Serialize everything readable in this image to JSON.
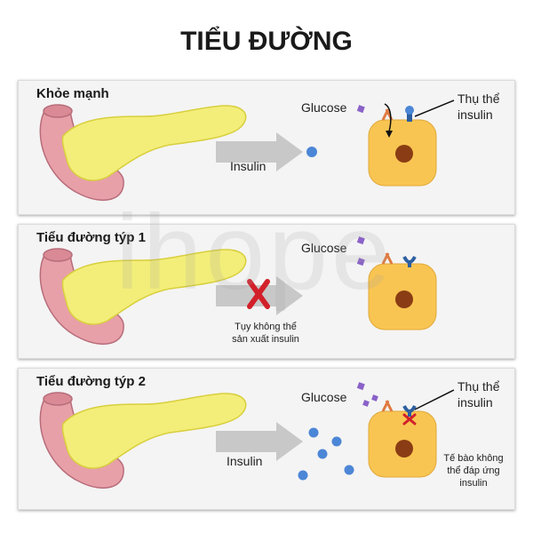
{
  "title": "TIỂU ĐƯỜNG",
  "watermark": "ihope",
  "panels": [
    {
      "heading": "Khỏe mạnh",
      "glucose": "Glucose",
      "insulin": "Insulin",
      "receptor_line1": "Thụ thể",
      "receptor_line2": "insulin"
    },
    {
      "heading": "Tiểu đường týp 1",
      "glucose": "Glucose",
      "note_line1": "Tụy không thể",
      "note_line2": "sản xuất insulin"
    },
    {
      "heading": "Tiểu đường týp 2",
      "glucose": "Glucose",
      "insulin": "Insulin",
      "receptor_line1": "Thụ thể",
      "receptor_line2": "insulin",
      "note_line1": "Tế bào không",
      "note_line2": "thể đáp ứng",
      "note_line3": "insulin"
    }
  ],
  "colors": {
    "pancreas": "#f3ee7a",
    "pancreas_edge": "#d8cf3c",
    "duct": "#e8a0a8",
    "duct_edge": "#b76c7a",
    "cell": "#f9c552",
    "nucleus": "#8a3d14",
    "insulin_dot": "#4c86d6",
    "glucose": "#8a62c8",
    "arrow": "#c8c8c8",
    "block_x": "#d2202a",
    "receptor": "#2d5fa0"
  }
}
